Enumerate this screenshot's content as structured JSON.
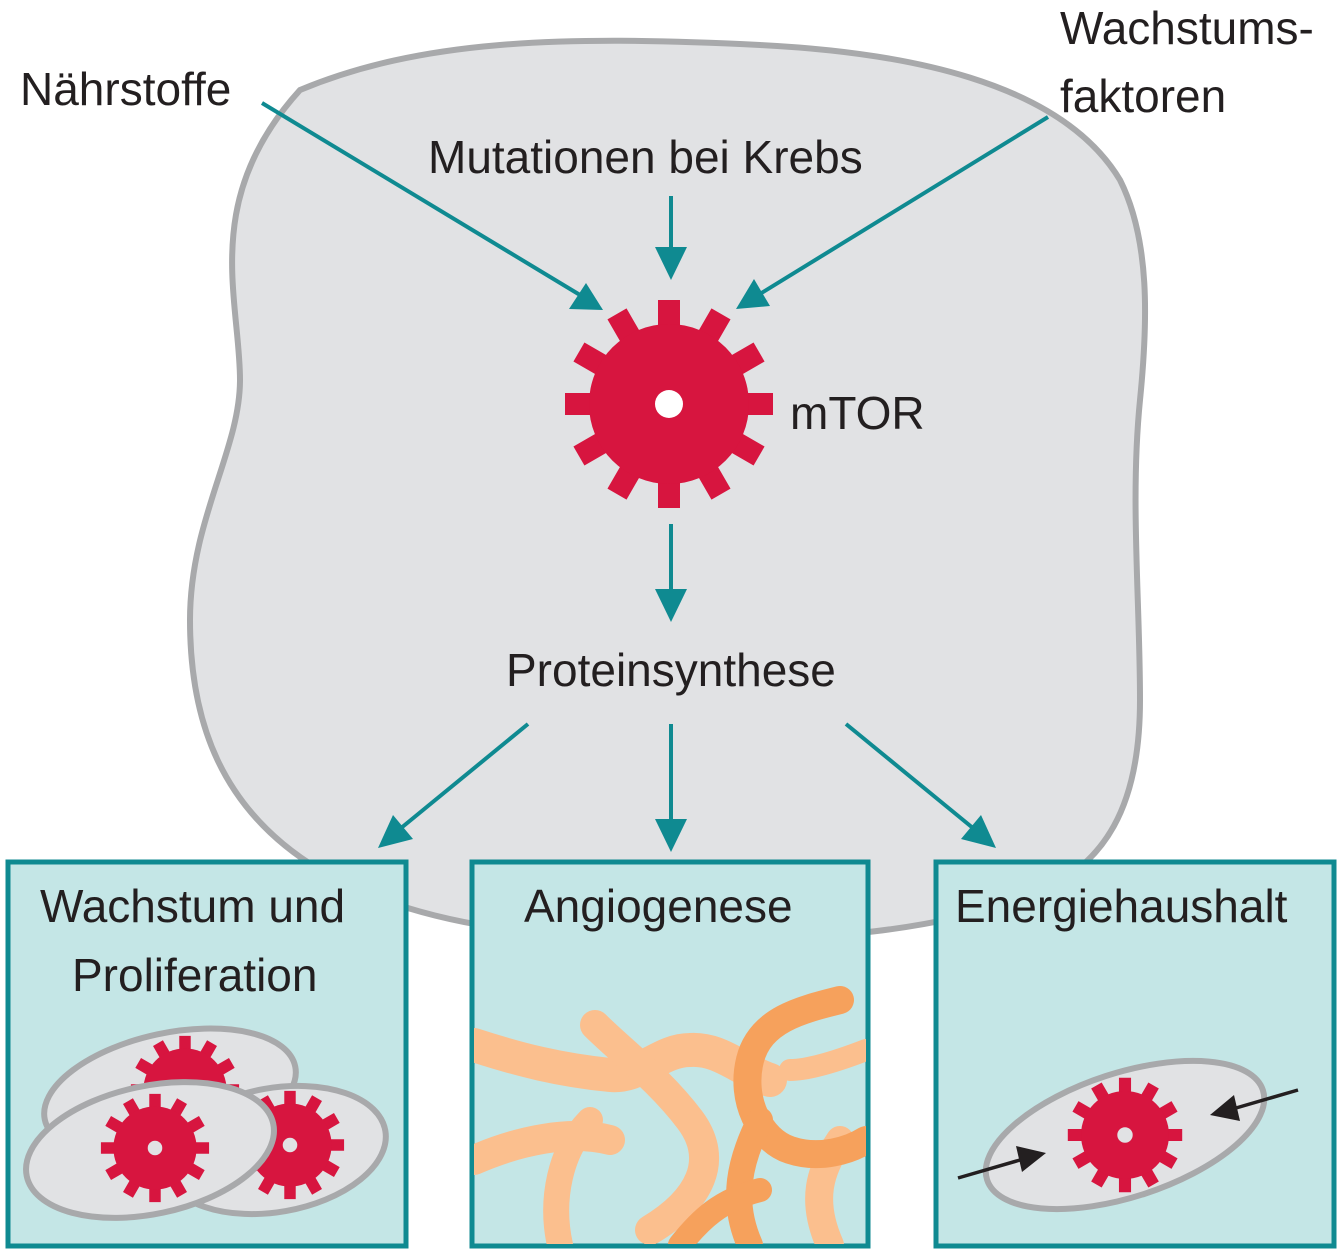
{
  "inputs": {
    "naehrstoffe": "Nährstoffe",
    "mutationen": "Mutationen bei Krebs",
    "wachstums_line1": "Wachstums-",
    "wachstums_line2": "faktoren"
  },
  "center": {
    "mtor": "mTOR",
    "proteinsynthese": "Proteinsynthese"
  },
  "outcomes": {
    "wachstum_line1": "Wachstum und",
    "wachstum_line2": "Proliferation",
    "angiogenese": "Angiogenese",
    "energie": "Energiehaushalt"
  },
  "colors": {
    "arrow": "#0f8a91",
    "gear": "#d7153f",
    "cell_fill": "#e1e2e4",
    "cell_stroke": "#a8a9ab",
    "box_fill": "#c4e6e6",
    "box_stroke": "#0f8a91",
    "vessel_light": "#fbbf8e",
    "vessel_dark": "#f6a15c"
  },
  "icons": {
    "gear": "gear-icon",
    "arrow": "arrowhead-icon"
  }
}
